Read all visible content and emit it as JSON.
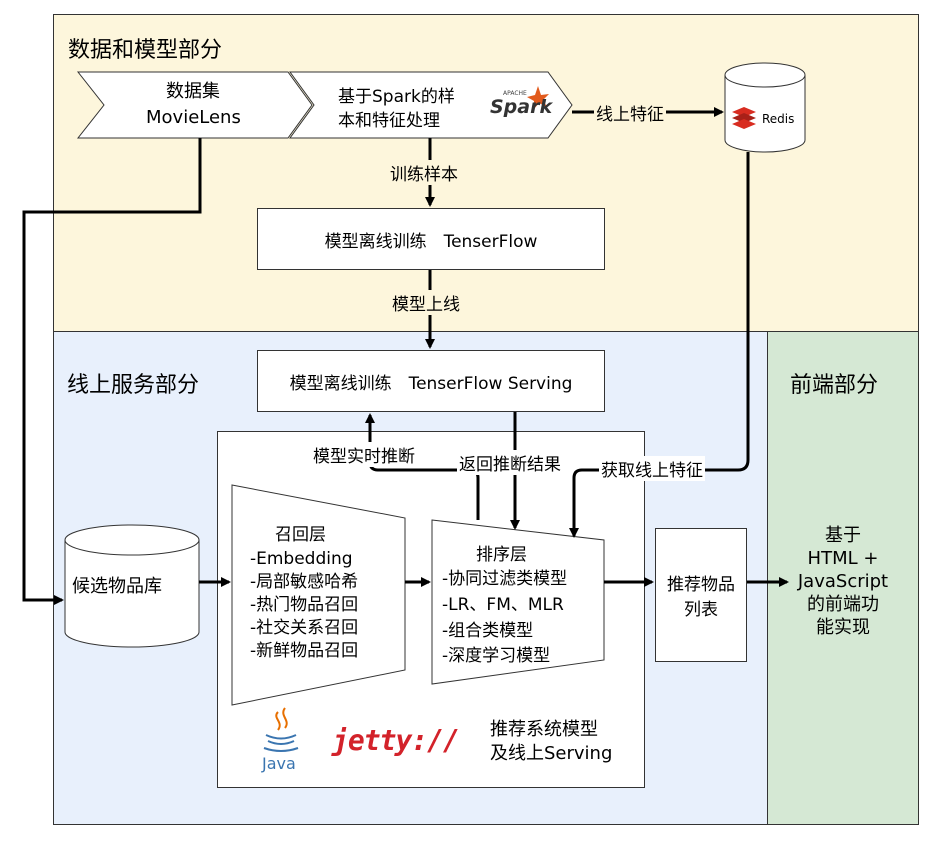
{
  "regions": {
    "data_model": "数据和模型部分",
    "online_service": "线上服务部分",
    "frontend": "前端部分"
  },
  "nodes": {
    "dataset": [
      "数据集",
      "MovieLens"
    ],
    "spark_processing": [
      "基于Spark的样",
      "本和特征处理"
    ],
    "redis": "Redis",
    "offline_training": "模型离线训练　TenserFlow",
    "serving": "模型离线训练　TenserFlow Serving",
    "candidate_db": "候选物品库",
    "recall_title": "召回层",
    "recall_items": [
      "-Embedding",
      "-局部敏感哈希",
      "-热门物品召回",
      "-社交关系召回",
      "-新鲜物品召回"
    ],
    "rank_title": "排序层",
    "rank_items": [
      "-协同过滤类模型",
      "-LR、FM、MLR",
      "-组合类模型",
      "-深度学习模型"
    ],
    "rec_list": [
      "推荐物品",
      "列表"
    ],
    "container_label": [
      "推荐系统模型",
      "及线上Serving"
    ],
    "frontend_impl": [
      "基于",
      "HTML +",
      "JavaScript",
      "的前端功",
      "能实现"
    ]
  },
  "edges": {
    "online_features": "线上特征",
    "training_samples": "训练样本",
    "model_online": "模型上线",
    "realtime_inference": "模型实时推断",
    "return_results": "返回推断结果",
    "fetch_features": "获取线上特征"
  },
  "logos": {
    "spark_small": "APACHE",
    "spark": "Spark",
    "java": "Java",
    "jetty": "jetty://"
  },
  "colors": {
    "data_bg": "#fdf6dc",
    "service_bg": "#e8f0fc",
    "frontend_bg": "#d5e8d4",
    "spark_orange": "#e25a1c",
    "redis_red": "#d82c20",
    "jetty_red": "#d3222a",
    "java_blue": "#3a75b0",
    "java_orange": "#e76f00"
  }
}
